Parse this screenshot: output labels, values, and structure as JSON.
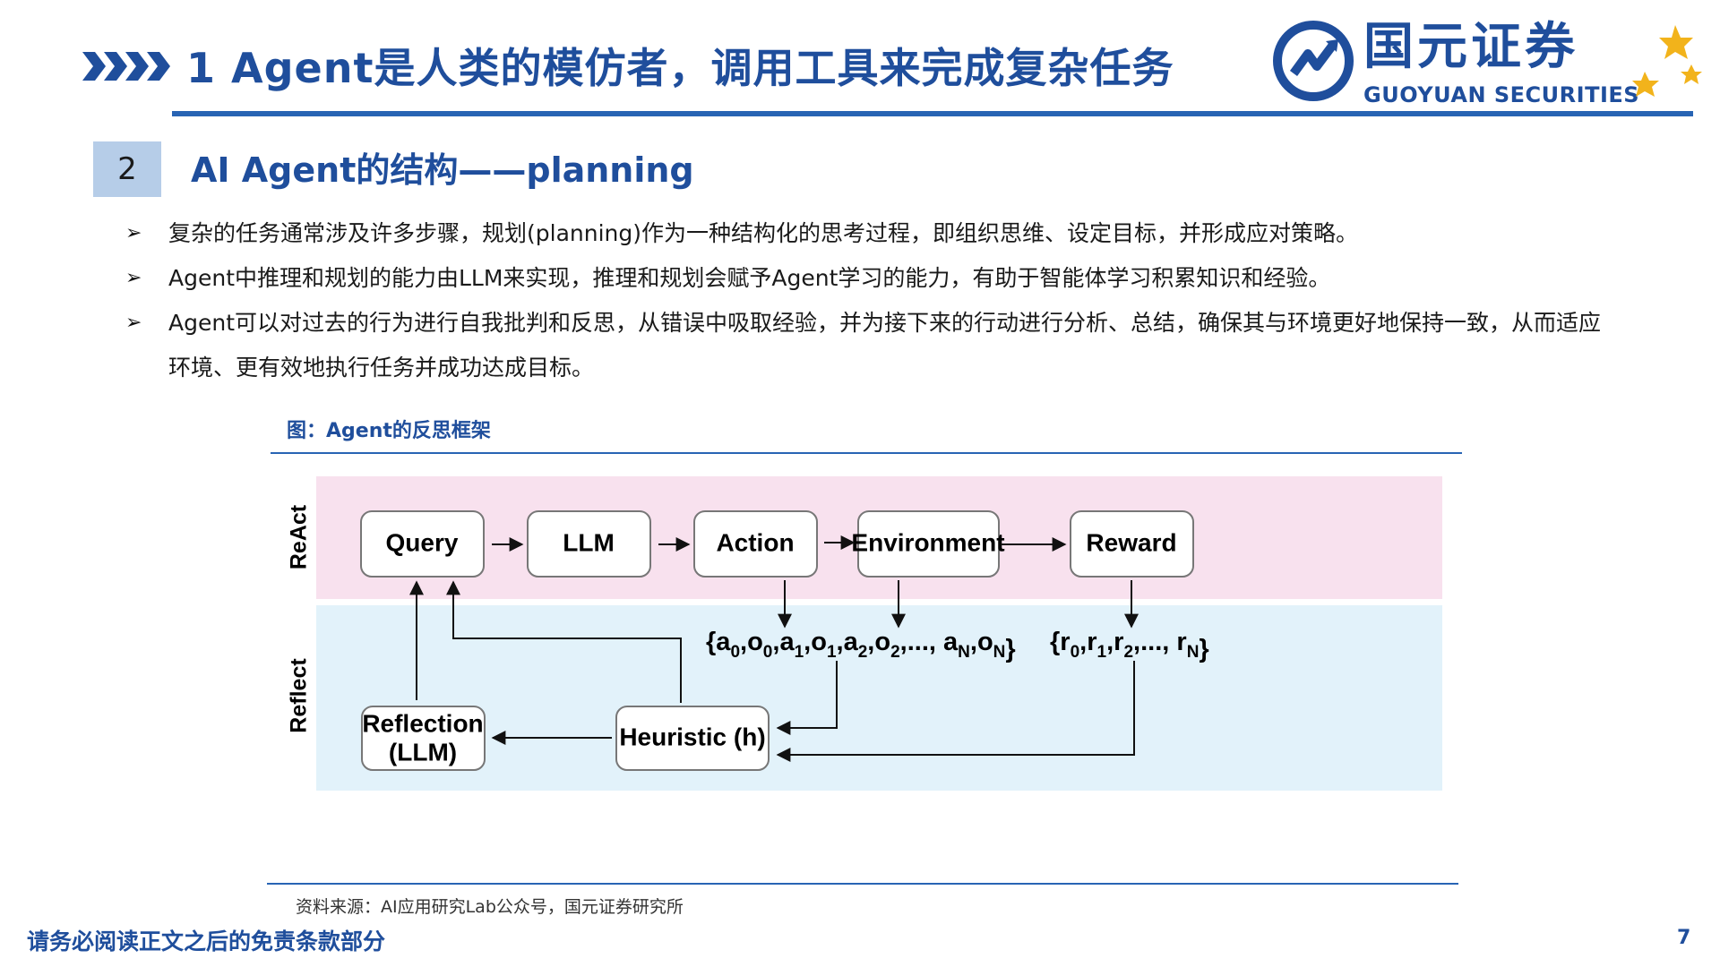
{
  "header": {
    "title": "1 Agent是人类的模仿者，调用工具来完成复杂任务",
    "logo_cn": "国元证券",
    "logo_en": "GUOYUAN SECURITIES"
  },
  "section": {
    "number": "2",
    "title": "AI Agent的结构——planning"
  },
  "bullets": [
    "复杂的任务通常涉及许多步骤，规划(planning)作为一种结构化的思考过程，即组织思维、设定目标，并形成应对策略。",
    "Agent中推理和规划的能力由LLM来实现，推理和规划会赋予Agent学习的能力，有助于智能体学习积累知识和经验。",
    "Agent可以对过去的行为进行自我批判和反思，从错误中吸取经验，并为接下来的行动进行分析、总结，确保其与环境更好地保持一致，从而适应环境、更有效地执行任务并成功达成目标。"
  ],
  "figure": {
    "caption": "图：Agent的反思框架",
    "source": "资料来源：AI应用研究Lab公众号，国元证券研究所",
    "band_react": "ReAct",
    "band_reflect": "Reflect",
    "nodes": {
      "query": "Query",
      "llm": "LLM",
      "action": "Action",
      "environment": "Environment",
      "reward": "Reward",
      "heuristic": "Heuristic (h)",
      "reflection_line1": "Reflection",
      "reflection_line2": "(LLM)"
    },
    "trajectory": {
      "open": "{",
      "parts": [
        {
          "base": "a",
          "sub": "0",
          "sep": ","
        },
        {
          "base": "o",
          "sub": "0",
          "sep": ","
        },
        {
          "base": "a",
          "sub": "1",
          "sep": ","
        },
        {
          "base": "o",
          "sub": "1",
          "sep": ","
        },
        {
          "base": "a",
          "sub": "2",
          "sep": ","
        },
        {
          "base": "o",
          "sub": "2",
          "sep": ",..., "
        },
        {
          "base": "a",
          "sub": "N",
          "sep": ","
        },
        {
          "base": "o",
          "sub": "N",
          "sep": ""
        }
      ],
      "close": "}"
    },
    "rewards": {
      "open": "{",
      "parts": [
        {
          "base": "r",
          "sub": "0",
          "sep": ","
        },
        {
          "base": "r",
          "sub": "1",
          "sep": ","
        },
        {
          "base": "r",
          "sub": "2",
          "sep": ",..., "
        },
        {
          "base": "r",
          "sub": "N",
          "sep": ""
        }
      ],
      "close": "}"
    }
  },
  "footer": {
    "disclaimer": "请务必阅读正文之后的免责条款部分",
    "page": "7"
  },
  "colors": {
    "brand_blue": "#1f4e9c",
    "rule_blue": "#2864b4",
    "react_band": "#f8e1ee",
    "reflect_band": "#e2f2fa",
    "star_gold": "#f2b31b"
  }
}
